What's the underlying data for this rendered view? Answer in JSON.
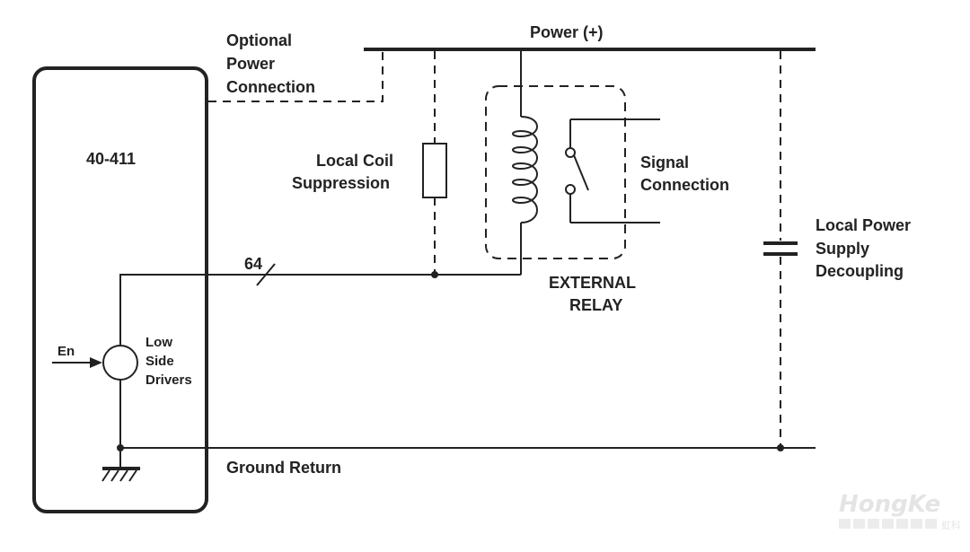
{
  "diagram": {
    "device_label": "40-411",
    "power_rail_label": "Power (+)",
    "optional_power": [
      "Optional",
      "Power",
      "Connection"
    ],
    "coil_suppression": [
      "Local Coil",
      "Suppression"
    ],
    "signal_connection": [
      "Signal",
      "Connection"
    ],
    "decoupling": [
      "Local Power",
      "Supply",
      "Decoupling"
    ],
    "external_relay": [
      "EXTERNAL",
      "RELAY"
    ],
    "bus_width": "64",
    "enable_label": "En",
    "low_side_drivers": [
      "Low",
      "Side",
      "Drivers"
    ],
    "ground_return_label": "Ground Return"
  },
  "watermark": {
    "text": "HongKe",
    "sub": "虹科"
  },
  "colors": {
    "line": "#222222",
    "text": "#222222",
    "background": "#ffffff",
    "watermark": "#e4e4e4"
  }
}
